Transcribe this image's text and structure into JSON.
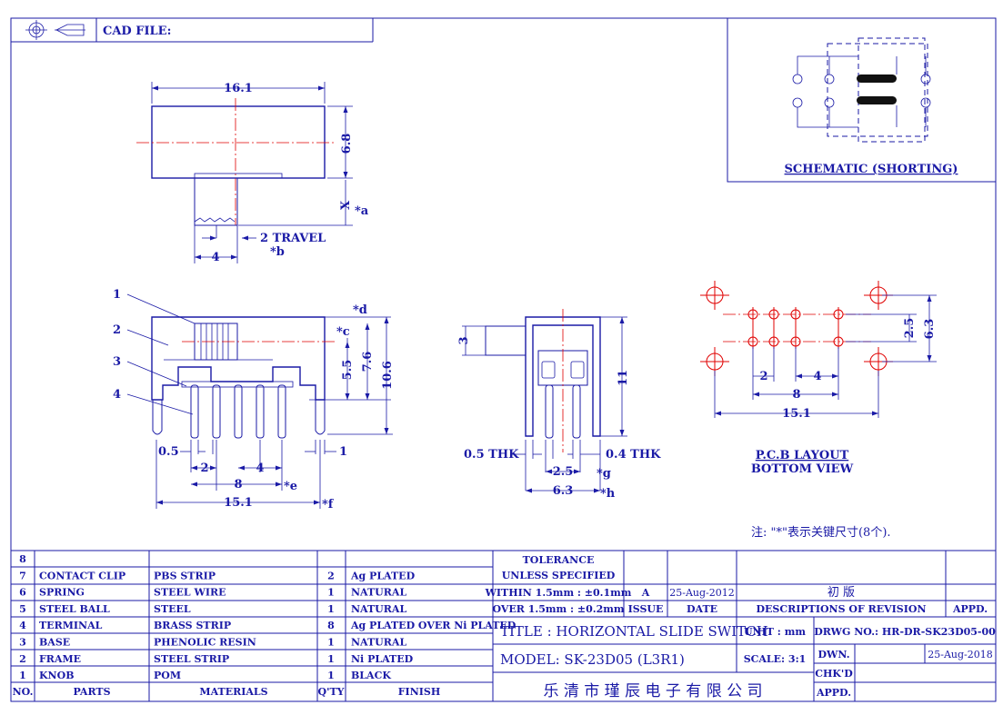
{
  "header": {
    "cad_label": "CAD FILE:"
  },
  "schematic": {
    "title": "SCHEMATIC (SHORTING)"
  },
  "top_view": {
    "dim_width": "16.1",
    "dim_height": "6.8",
    "dim_x": "X",
    "mark_a": "*a",
    "dim_knob": "4",
    "dim_travel": "2 TRAVEL",
    "mark_b": "*b"
  },
  "side_view": {
    "callouts": [
      "1",
      "2",
      "3",
      "4"
    ],
    "mark_d": "*d",
    "mark_c": "*c",
    "dim_55": "5.5",
    "dim_76": "7.6",
    "dim_106": "10.6",
    "dim_05": "0.5",
    "dim_1": "1",
    "dim_2": "2",
    "dim_4": "4",
    "dim_8": "8",
    "mark_e": "*e",
    "dim_151": "15.1",
    "mark_f": "*f"
  },
  "end_view": {
    "dim_3": "3",
    "dim_11": "11",
    "dim_05thk": "0.5 THK",
    "dim_04thk": "0.4 THK",
    "dim_25": "2.5",
    "mark_g": "*g",
    "dim_63": "6.3",
    "mark_h": "*h"
  },
  "pcb_layout": {
    "dim_25": "2.5",
    "dim_63": "6.3",
    "dim_2": "2",
    "dim_4": "4",
    "dim_8": "8",
    "dim_151": "15.1",
    "title": "P.C.B LAYOUT",
    "subtitle": "BOTTOM VIEW"
  },
  "note": "注: \"*\"表示关键尺寸(8个).",
  "parts_table": {
    "header": [
      "NO.",
      "PARTS",
      "MATERIALS",
      "Q'TY",
      "FINISH"
    ],
    "rows": [
      [
        "8",
        "",
        "",
        "",
        ""
      ],
      [
        "7",
        "CONTACT CLIP",
        "PBS STRIP",
        "2",
        "Ag PLATED"
      ],
      [
        "6",
        "SPRING",
        "STEEL WIRE",
        "1",
        "NATURAL"
      ],
      [
        "5",
        "STEEL BALL",
        "STEEL",
        "1",
        "NATURAL"
      ],
      [
        "4",
        "TERMINAL",
        "BRASS STRIP",
        "8",
        "Ag PLATED OVER Ni PLATED"
      ],
      [
        "3",
        "BASE",
        "PHENOLIC RESIN",
        "1",
        "NATURAL"
      ],
      [
        "2",
        "FRAME",
        "STEEL STRIP",
        "1",
        "Ni PLATED"
      ],
      [
        "1",
        "KNOB",
        "POM",
        "1",
        "BLACK"
      ]
    ]
  },
  "title_block": {
    "tolerance_1": "TOLERANCE",
    "tolerance_2": "UNLESS SPECIFIED",
    "within": "WITHIN 1.5mm : ±0.1mm",
    "over": "OVER 1.5mm : ±0.2mm",
    "rev_issue": "A",
    "rev_date": "25-Aug-2012",
    "rev_desc": "初  版",
    "col_issue": "ISSUE",
    "col_date": "DATE",
    "col_desc": "DESCRIPTIONS OF REVISION",
    "col_appd": "APPD.",
    "title": "TITLE :  HORIZONTAL SLIDE SWITCH",
    "unit": "UNIT :  mm",
    "drwg_no": "DRWG NO.:  HR-DR-SK23D05-00",
    "model": "MODEL:  SK-23D05 (L3R1)",
    "scale": "SCALE:  3:1",
    "dwn": "DWN.",
    "dwn_date": "25-Aug-2018",
    "chkd": "CHK'D",
    "appd": "APPD.",
    "company": "乐 清 市 瑾 辰 电 子 有 限 公 司"
  }
}
